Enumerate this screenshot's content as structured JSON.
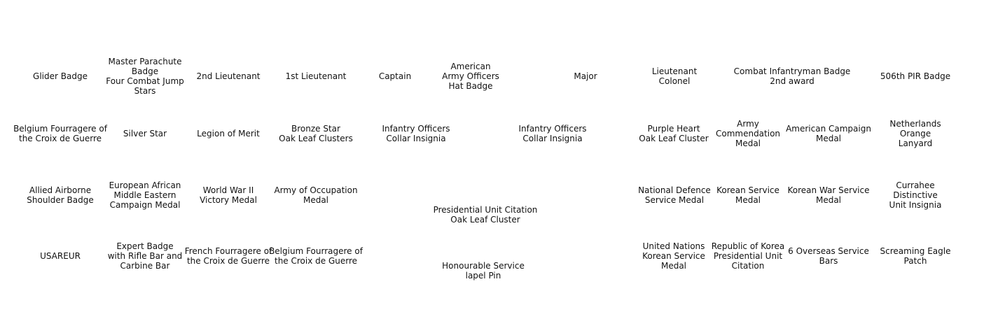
{
  "labels": {
    "glider_badge": "Glider Badge",
    "master_parachute_badge": "Master Parachute\nBadge\nFour Combat Jump\nStars",
    "second_lieutenant": "2nd Lieutenant",
    "first_lieutenant": "1st Lieutenant",
    "captain": "Captain",
    "american_army_officers_hat_badge": "American\nArmy Officers\nHat Badge",
    "major": "Major",
    "lieutenant_colonel": "Lieutenant\nColonel",
    "combat_infantryman_badge": "Combat Infantryman Badge\n2nd award",
    "pir_badge_506th": "506th PIR Badge",
    "belgium_fourragere_croix_1": "Belgium Fourragere of\nthe Croix de Guerre",
    "silver_star": "Silver Star",
    "legion_of_merit": "Legion of Merit",
    "bronze_star": "Bronze Star\nOak Leaf Clusters",
    "infantry_officers_collar_1": "Infantry Officers\nCollar Insignia",
    "infantry_officers_collar_2": "Infantry Officers\nCollar Insignia",
    "purple_heart": "Purple Heart\nOak Leaf Cluster",
    "army_commendation_medal": "Army\nCommendation\nMedal",
    "american_campaign_medal": "American Campaign\nMedal",
    "netherlands_orange_lanyard": "Netherlands Orange\nLanyard",
    "allied_airborne_shoulder_badge": "Allied Airborne\nShoulder Badge",
    "european_african_middle_eastern": "European African\nMiddle Eastern\nCampaign Medal",
    "ww2_victory_medal": "World War II\nVictory Medal",
    "army_of_occupation_medal": "Army of Occupation\nMedal",
    "presidential_unit_citation": "Presidential Unit Citation\nOak Leaf Cluster",
    "national_defence_service_medal": "National Defence\nService Medal",
    "korean_service_medal": "Korean Service\nMedal",
    "korean_war_service_medal": "Korean War Service\nMedal",
    "currahee_distinctive_unit_insignia": "Currahee Distinctive\nUnit Insignia",
    "usareur": "USAREUR",
    "expert_badge": "Expert Badge\nwith Rifle Bar and\nCarbine Bar",
    "french_fourragere_croix": "French Fourragere of\nthe Croix de Guerre",
    "belgium_fourragere_croix_2": "Belgium Fourragere of\nthe Croix de Guerre",
    "honourable_service_lapel_pin": "Honourable Service\nlapel Pin",
    "un_korean_service_medal": "United Nations\nKorean Service\nMedal",
    "rok_presidential_unit_citation": "Republic of Korea\nPresidential Unit\nCitation",
    "six_overseas_service_bars": "6 Overseas Service\nBars",
    "screaming_eagle_patch": "Screaming Eagle\nPatch"
  }
}
